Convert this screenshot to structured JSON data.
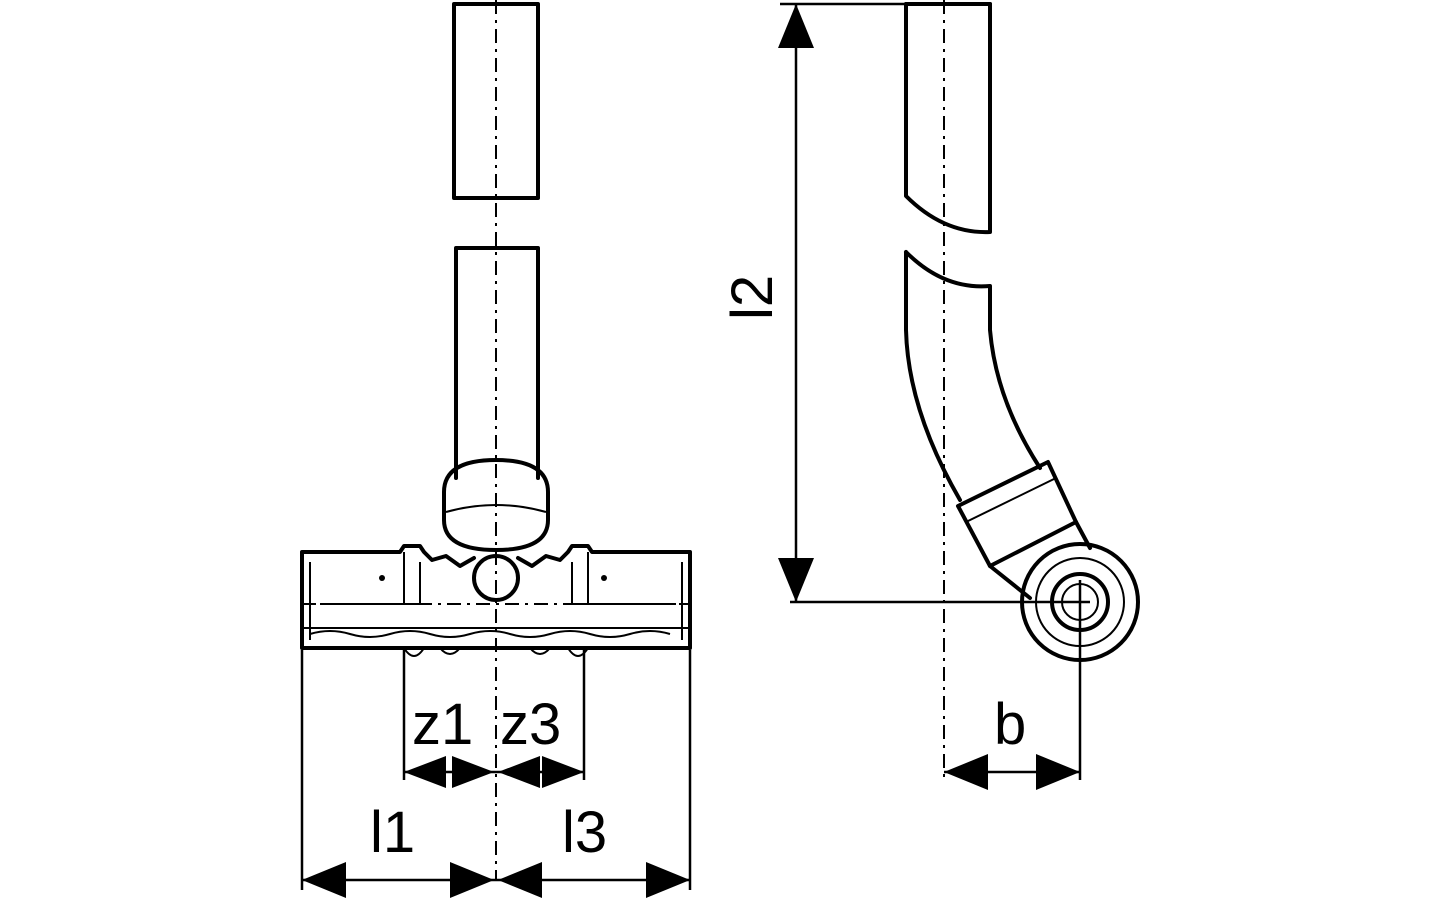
{
  "labels": {
    "l1": "l1",
    "l2": "l2",
    "l3": "l3",
    "z1": "z1",
    "z3": "z3",
    "b": "b"
  },
  "colors": {
    "line": "#000000",
    "background": "#ffffff"
  }
}
